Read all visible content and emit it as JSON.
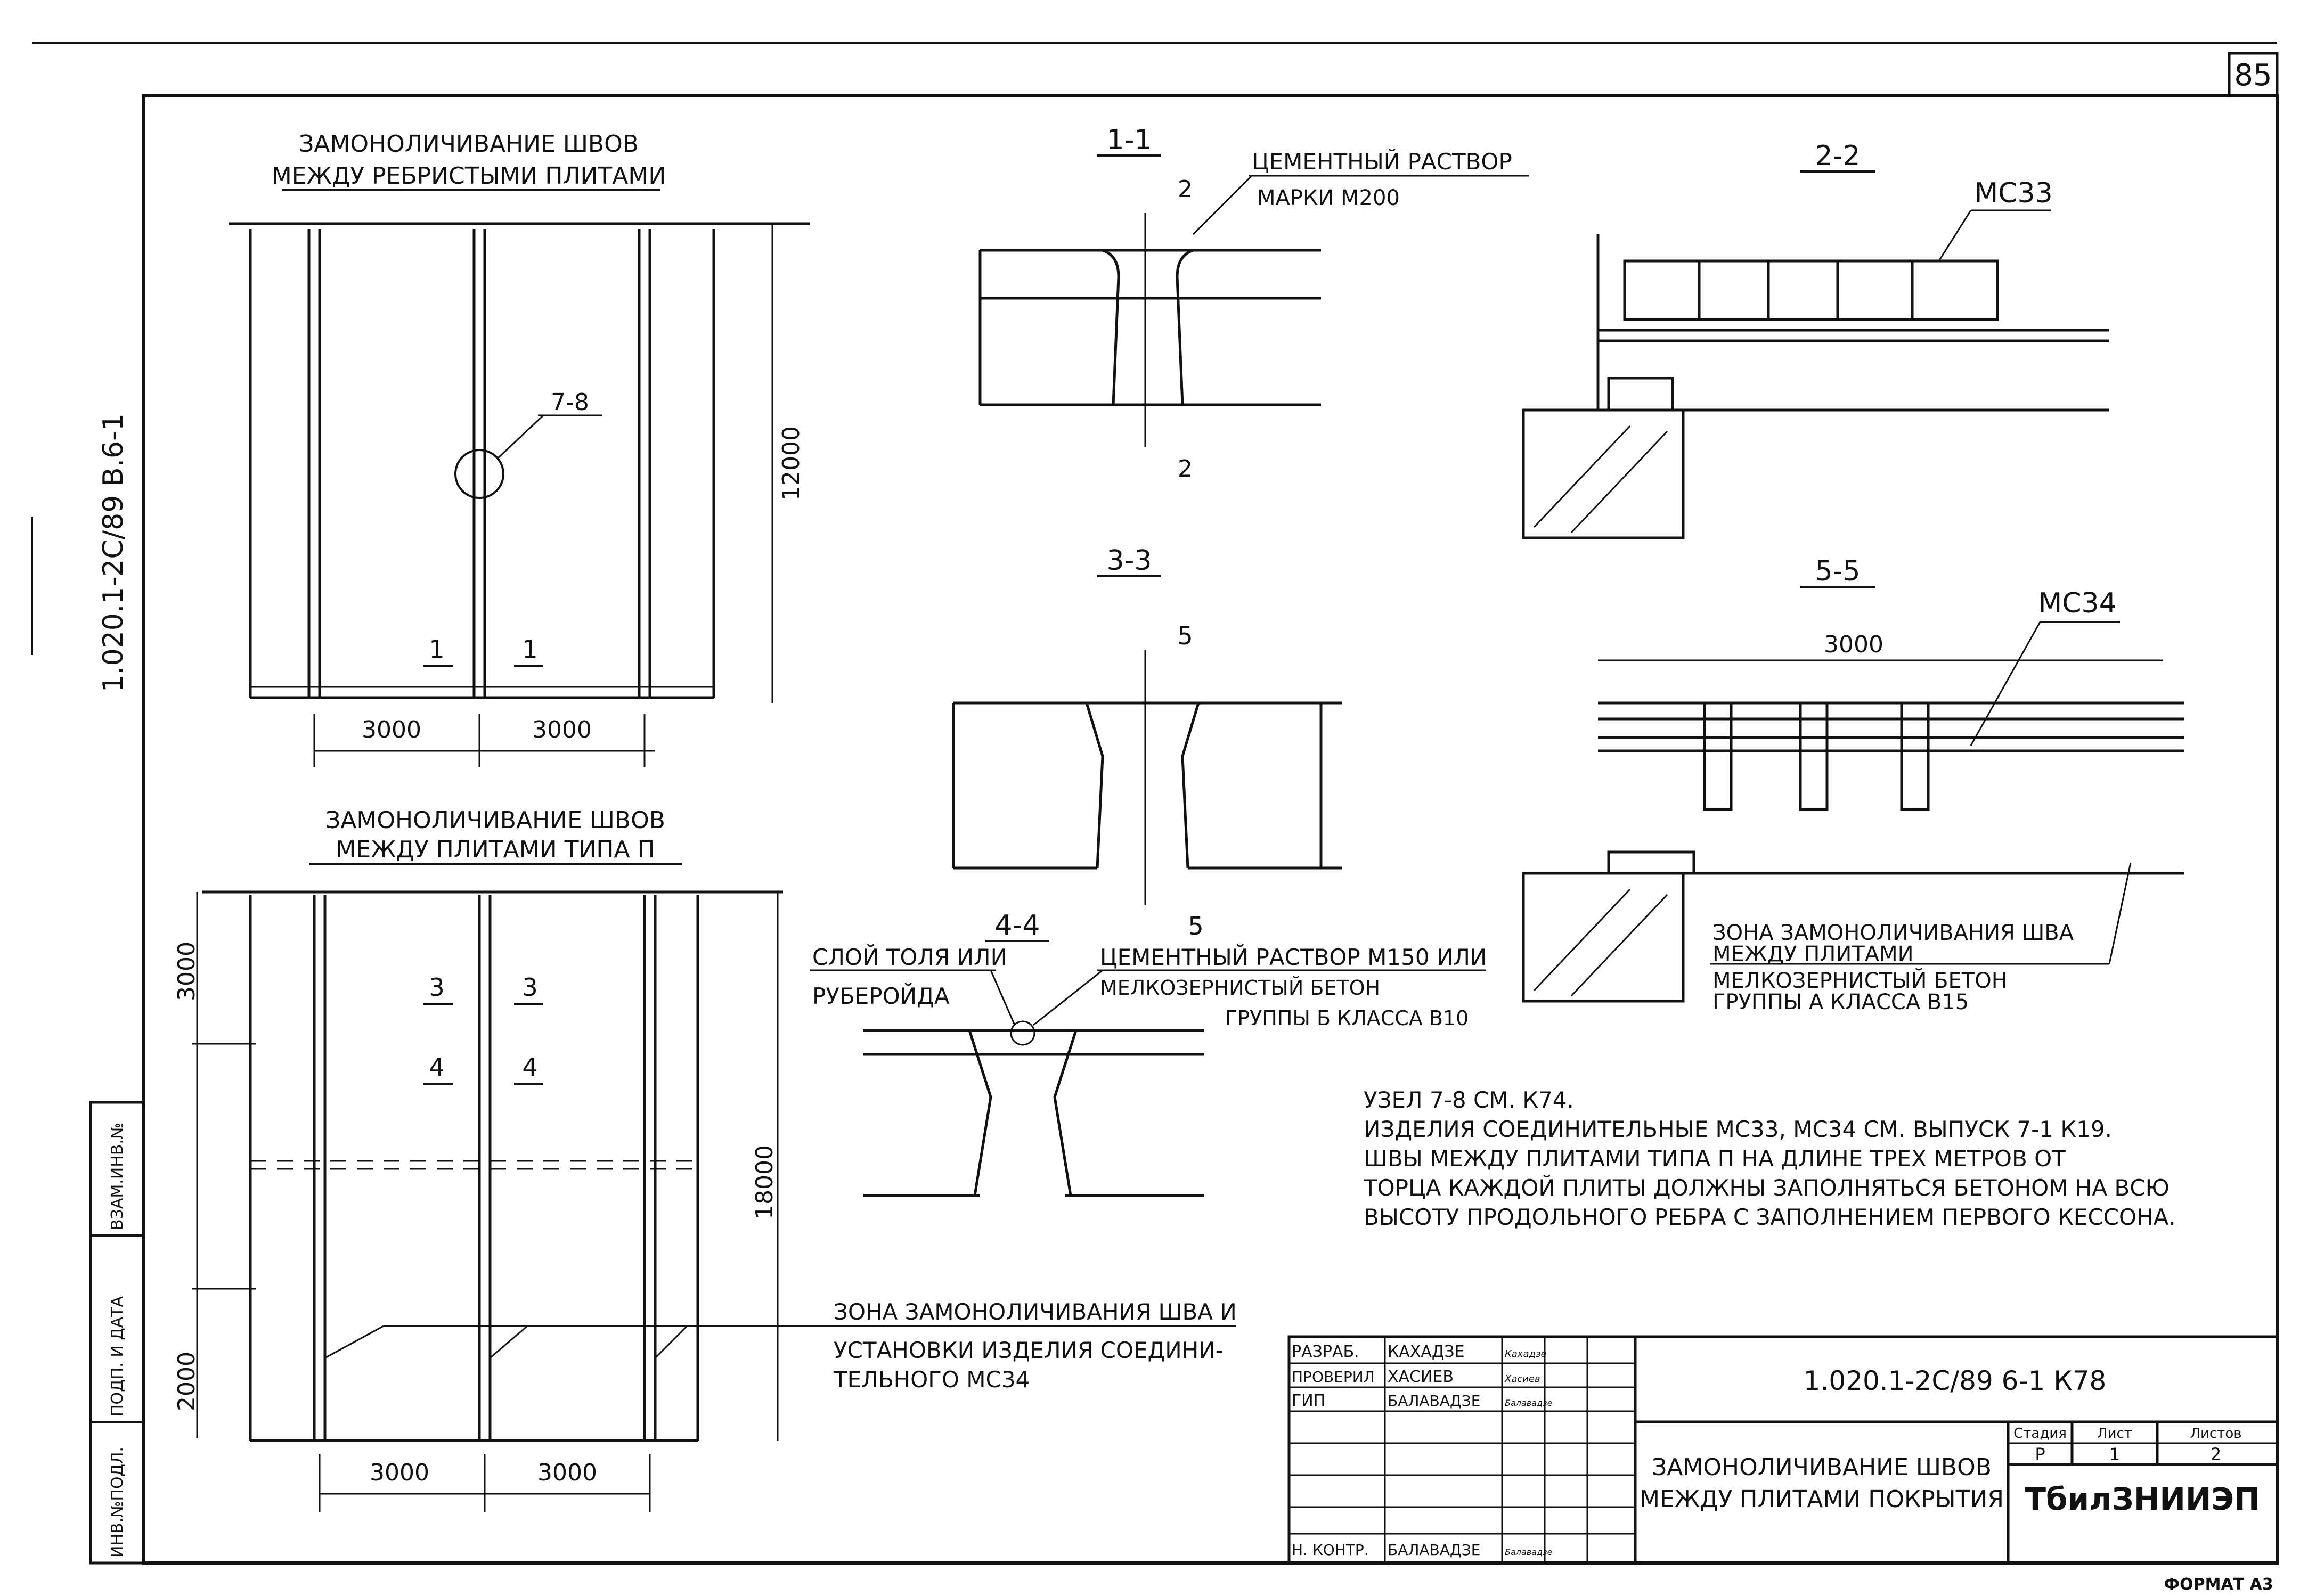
{
  "sheet": {
    "page_number": "85",
    "side_code": "1.020.1-2С/89  В.6-1",
    "format": "ФОРМАТ А3"
  },
  "panel_ribbed": {
    "title_line1": "ЗАМОНОЛИЧИВАНИЕ ШВОВ",
    "title_line2": "МЕЖДУ РЕБРИСТЫМИ ПЛИТАМИ",
    "node_label": "7-8",
    "section_marks": [
      "1",
      "1"
    ],
    "dim_height": "12000",
    "dim_widths": [
      "3000",
      "3000"
    ]
  },
  "panel_p": {
    "title_line1": "ЗАМОНОЛИЧИВАНИЕ ШВОВ",
    "title_line2": "МЕЖДУ ПЛИТАМИ ТИПА П",
    "section_marks_top": [
      "3",
      "3"
    ],
    "section_marks_bottom": [
      "4",
      "4"
    ],
    "dim_top": "3000",
    "dim_bottom": "2000",
    "dim_height": "18000",
    "dim_widths": [
      "3000",
      "3000"
    ],
    "zone_note_line1": "ЗОНА ЗАМОНОЛИЧИВАНИЯ ШВА И",
    "zone_note_line2": "УСТАНОВКИ ИЗДЕЛИЯ СОЕДИНИ-",
    "zone_note_line3": "ТЕЛЬНОГО МС34"
  },
  "section_1_1": {
    "title": "1-1",
    "mark": "2",
    "mortar_line1": "ЦЕМЕНТНЫЙ РАСТВОР",
    "mortar_line2": "МАРКИ М200"
  },
  "section_2_2": {
    "title": "2-2",
    "item": "МС33"
  },
  "section_3_3": {
    "title": "3-3",
    "mark": "5"
  },
  "section_4_4": {
    "title": "4-4",
    "layer_line1": "СЛОЙ ТОЛЯ ИЛИ",
    "layer_line2": "РУБЕРОЙДА",
    "mortar_line1": "ЦЕМЕНТНЫЙ РАСТВОР М150 ИЛИ",
    "mortar_line2": "МЕЛКОЗЕРНИСТЫЙ БЕТОН",
    "mortar_line3": "ГРУППЫ Б КЛАССА В10"
  },
  "section_5_5": {
    "title": "5-5",
    "item": "МС34",
    "dim": "3000",
    "zone_line1": "ЗОНА ЗАМОНОЛИЧИВАНИЯ ШВА",
    "zone_line2": "МЕЖДУ ПЛИТАМИ",
    "concrete_line1": "МЕЛКОЗЕРНИСТЫЙ БЕТОН",
    "concrete_line2": "ГРУППЫ А КЛАССА В15"
  },
  "notes": [
    "УЗЕЛ 7-8 СМ. К74.",
    "ИЗДЕЛИЯ СОЕДИНИТЕЛЬНЫЕ МС33, МС34 СМ. ВЫПУСК 7-1 К19.",
    "ШВЫ МЕЖДУ ПЛИТАМИ ТИПА П НА ДЛИНЕ ТРЕХ МЕТРОВ ОТ",
    "ТОРЦА КАЖДОЙ ПЛИТЫ ДОЛЖНЫ ЗАПОЛНЯТЬСЯ БЕТОНОМ НА ВСЮ",
    "ВЫСОТУ ПРОДОЛЬНОГО РЕБРА С ЗАПОЛНЕНИЕМ ПЕРВОГО КЕССОНА."
  ],
  "side_stamp": {
    "col1": "ИНВ.№ПОДЛ.",
    "col2": "ПОДП. И ДАТА",
    "col3": "ВЗАМ.ИНВ.№"
  },
  "title_block": {
    "code": "1.020.1-2С/89  6-1  К78",
    "drawing_title_line1": "ЗАМОНОЛИЧИВАНИЕ ШВОВ",
    "drawing_title_line2": "МЕЖДУ ПЛИТАМИ ПОКРЫТИЯ",
    "org": "ТбилЗНИИЭП",
    "stage_label": "Стадия",
    "sheet_label": "Лист",
    "sheets_label": "Листов",
    "stage": "Р",
    "sheet": "1",
    "sheets": "2",
    "roles": [
      {
        "role": "РАЗРАБ.",
        "name": "КАХАДЗЕ",
        "sign": "Кахадзе"
      },
      {
        "role": "ПРОВЕРИЛ",
        "name": "ХАСИЕВ",
        "sign": "Хасиев"
      },
      {
        "role": "ГИП",
        "name": "БАЛАВАДЗЕ",
        "sign": "Балавадзе"
      },
      {
        "role": "Н. КОНТР.",
        "name": "БАЛАВАДЗЕ",
        "sign": "Балавадзе"
      }
    ]
  }
}
